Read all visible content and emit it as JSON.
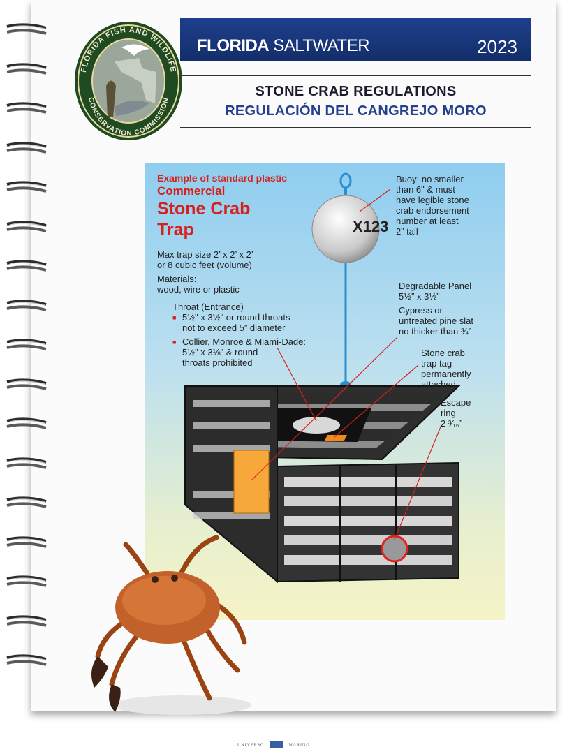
{
  "header": {
    "brand_bold": "FLORIDA",
    "brand_light": "SALTWATER",
    "year": "2023"
  },
  "titles": {
    "english": "STONE CRAB REGULATIONS",
    "spanish": "REGULACIÓN DEL CANGREJO MORO"
  },
  "logo": {
    "arc_text": "FLORIDA FISH AND WILDLIFE CONSERVATION COMMISSION"
  },
  "diagram": {
    "heading_small": "Example of standard plastic",
    "heading_mid": "Commercial",
    "heading_big_line1": "Stone Crab",
    "heading_big_line2": "Trap",
    "max_size_line1": "Max trap size 2’ x 2’ x 2’",
    "max_size_line2": "or 8 cubic feet (volume)",
    "materials_label": "Materials:",
    "materials_value": "wood, wire or plastic",
    "throat_label": "Throat (Entrance)",
    "throat_bullet1_line1": "5½\" x 3½\" or round throats",
    "throat_bullet1_line2": "not to exceed 5” diameter",
    "throat_bullet2_line1": "Collier, Monroe & Miami-Dade:",
    "throat_bullet2_line2": "5½\" x 3⅛\" & round",
    "throat_bullet2_line3": "throats prohibited",
    "buoy_label": "X123",
    "buoy_line1": "Buoy: no smaller",
    "buoy_line2": "than 6\" & must",
    "buoy_line3": "have legible stone",
    "buoy_line4": "crab endorsement",
    "buoy_line5": "number at least",
    "buoy_line6": "2” tall",
    "panel_line1": "Degradable Panel",
    "panel_line2": "5½” x 3½”",
    "panel_line3": "Cypress or",
    "panel_line4": "untreated pine slat",
    "panel_line5": "no thicker than ¾”",
    "tag_line1": "Stone crab",
    "tag_line2": "trap tag",
    "tag_line3": "permanently",
    "tag_line4": "attached",
    "ring_line1": "Escape",
    "ring_line2": "ring",
    "ring_line3": "2 ³⁄₁₆”"
  },
  "credit": {
    "left": "UNIVERSO",
    "right": "MARINO"
  },
  "colors": {
    "header_blue": "#1d3f8c",
    "spanish_title_blue": "#24408e",
    "label_red": "#d6201c",
    "logo_green": "#1f4a22"
  }
}
